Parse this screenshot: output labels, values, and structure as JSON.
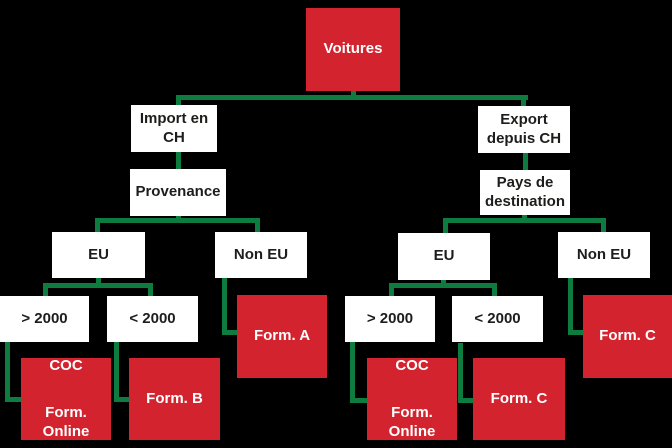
{
  "diagram": {
    "title": "Voitures import/export flowchart",
    "colors": {
      "red": "#d2232e",
      "green": "#0e7c3e",
      "bg": "#000000",
      "box": "#ffffff",
      "text-dark": "#1d1d1b",
      "text-light": "#ffffff"
    },
    "nodes": {
      "root": {
        "label": "Voitures"
      },
      "import": {
        "label": "Import en\nCH"
      },
      "export": {
        "label": "Export\ndepuis CH"
      },
      "provenance": {
        "label": "Provenance"
      },
      "destination": {
        "label": "Pays de\ndestination"
      },
      "eu_import": {
        "label": "EU"
      },
      "non_eu_import": {
        "label": "Non EU"
      },
      "eu_export": {
        "label": "EU"
      },
      "non_eu_export": {
        "label": "Non EU"
      },
      "gt2000_import": {
        "label": "> 2000"
      },
      "lt2000_import": {
        "label": "< 2000"
      },
      "gt2000_export": {
        "label": "> 2000"
      },
      "lt2000_export": {
        "label": "< 2000"
      },
      "coc_import": {
        "label": "COC",
        "sub": "Form.\nOnline"
      },
      "coc_export": {
        "label": "COC",
        "sub": "Form.\nOnline"
      },
      "form_a": {
        "label": "Form. A"
      },
      "form_b": {
        "label": "Form. B"
      },
      "form_c_non_eu": {
        "label": "Form. C"
      },
      "form_c_lt2000": {
        "label": "Form. C"
      }
    }
  }
}
